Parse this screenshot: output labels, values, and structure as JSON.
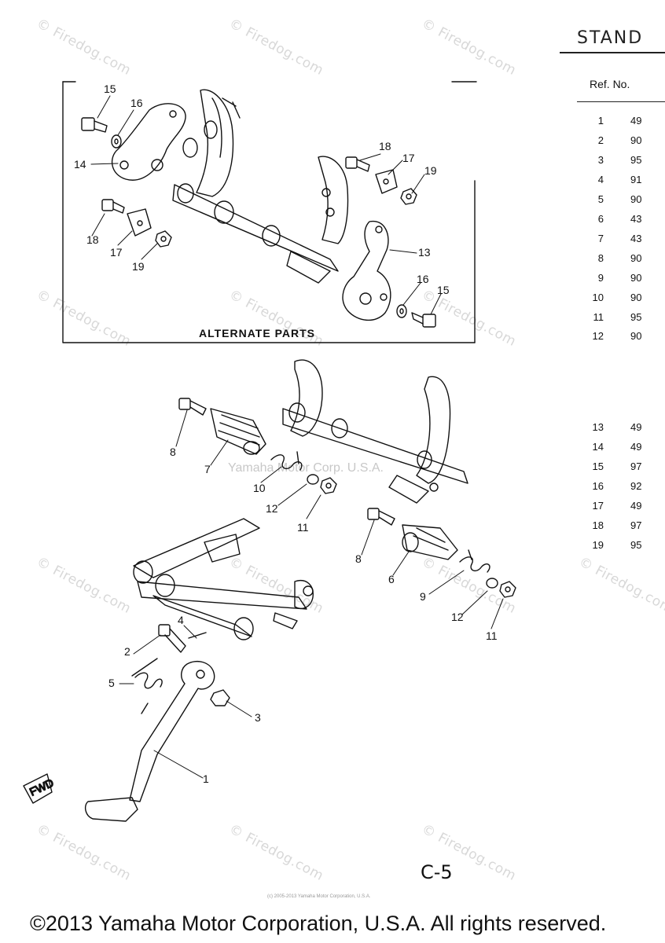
{
  "title": "STAND",
  "table": {
    "ref_header": "Ref. No.",
    "rows": [
      {
        "ref": "1",
        "part": "49"
      },
      {
        "ref": "2",
        "part": "90"
      },
      {
        "ref": "3",
        "part": "95"
      },
      {
        "ref": "4",
        "part": "91"
      },
      {
        "ref": "5",
        "part": "90"
      },
      {
        "ref": "6",
        "part": "43"
      },
      {
        "ref": "7",
        "part": "43"
      },
      {
        "ref": "8",
        "part": "90"
      },
      {
        "ref": "9",
        "part": "90"
      },
      {
        "ref": "10",
        "part": "90"
      },
      {
        "ref": "11",
        "part": "95"
      },
      {
        "ref": "12",
        "part": "90"
      },
      {
        "ref": "13",
        "part": "49"
      },
      {
        "ref": "14",
        "part": "49"
      },
      {
        "ref": "15",
        "part": "97"
      },
      {
        "ref": "16",
        "part": "92"
      },
      {
        "ref": "17",
        "part": "49"
      },
      {
        "ref": "18",
        "part": "97"
      },
      {
        "ref": "19",
        "part": "95"
      }
    ]
  },
  "alternate_label": "ALTERNATE PARTS",
  "page_code": "C-5",
  "copyright": "©2013 Yamaha Motor Corporation, U.S.A. All rights reserved.",
  "center_watermark": "Yamaha Motor Corp. U.S.A.",
  "fine_print": "(c) 2005-2013 Yamaha Motor Corporation, U.S.A.",
  "watermark_text": "© Firedog.com",
  "callouts": {
    "c15a": "15",
    "c16a": "16",
    "c14": "14",
    "c18a": "18",
    "c17a": "17",
    "c19a": "19",
    "c18b": "18",
    "c17b": "17",
    "c19b": "19",
    "c13": "13",
    "c16b": "16",
    "c15b": "15",
    "c8a": "8",
    "c7": "7",
    "c10": "10",
    "c12a": "12",
    "c11a": "11",
    "c8b": "8",
    "c6": "6",
    "c9": "9",
    "c12b": "12",
    "c11b": "11",
    "c4": "4",
    "c2": "2",
    "c5": "5",
    "c3": "3",
    "c1": "1"
  },
  "fwd_label": "FWD"
}
